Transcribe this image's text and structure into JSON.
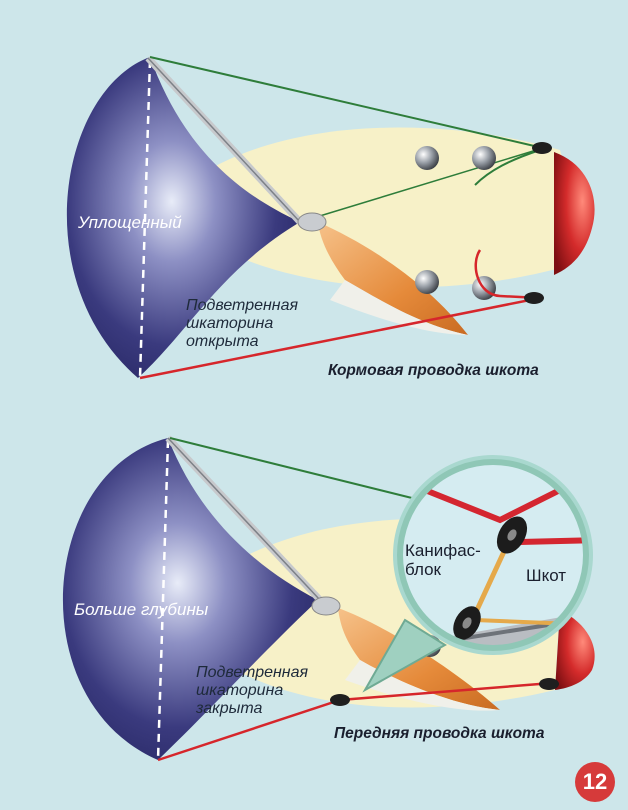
{
  "top_diagram": {
    "sail_label": "Уплощенный",
    "leech_label_lines": [
      "Подветренная",
      "шкаторина",
      "открыта"
    ],
    "caption": "Кормовая проводка шкота"
  },
  "bottom_diagram": {
    "sail_label": "Больше глубины",
    "leech_label_lines": [
      "Подветренная",
      "шкаторина",
      "закрыта"
    ],
    "caption": "Передняя проводка шкота",
    "inset": {
      "block_label_lines": [
        "Канифас-",
        "блок"
      ],
      "sheet_label": "Шкот"
    }
  },
  "page_number": "12",
  "colors": {
    "background": "#cde6ea",
    "sail": "#2e2e6e",
    "deck": "#f7f1c8",
    "sheet_red": "#d6262b",
    "bow": "#d83a36",
    "jib": "#f0a65a"
  }
}
